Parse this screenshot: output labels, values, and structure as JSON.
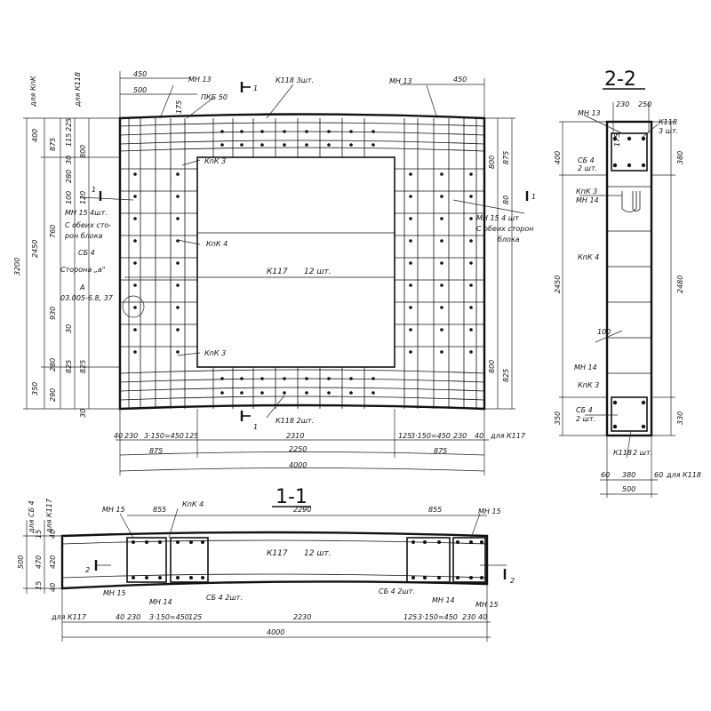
{
  "section_titles": {
    "s22": "2-2",
    "s11": "1-1"
  },
  "plan": {
    "left_vertical": [
      "для КпК",
      "для К118",
      "3200",
      "2450",
      "400",
      "760",
      "930",
      "350",
      "875",
      "30",
      "115",
      "225",
      "800",
      "280",
      "100",
      "120",
      "30",
      "280",
      "825",
      "825",
      "290",
      "30"
    ],
    "top_labels": [
      "450",
      "500",
      "МН 13",
      "ПКБ 50",
      "К118 3шт.",
      "МН 13",
      "450",
      "175"
    ],
    "left_notes": [
      "КпК 3",
      "МН 15 4шт.",
      "С обеих сто-",
      "рон блока",
      "СБ 4",
      "Сторона „а\"",
      "А",
      "03.005-6.8, 37",
      "КпК 4",
      "К117",
      "12 шт.",
      "КпК 3",
      "К118 2шт."
    ],
    "right_notes": [
      "МН 15 4 шт",
      "С обеих сторон",
      "блока",
      "875",
      "800",
      "80",
      "800",
      "825"
    ],
    "bottom_dims": [
      "40",
      "230",
      "3·150=450",
      "125",
      "2310",
      "125",
      "3·150=450",
      "230",
      "40",
      "для К117",
      "875",
      "2250",
      "875",
      "4000"
    ]
  },
  "sec22": {
    "labels": [
      "МН 13",
      "230",
      "250",
      "К118",
      "3 шт.",
      "175",
      "СБ 4",
      "2 шт.",
      "КпК 3",
      "МН 14",
      "КпК 4",
      "100",
      "МН 14",
      "КпК 3",
      "СБ 4",
      "2 шт.",
      "К118",
      "2 шт."
    ],
    "dims_left": [
      "400",
      "2450",
      "350"
    ],
    "dims_right": [
      "380",
      "2480",
      "330"
    ],
    "bottom": [
      "60",
      "380",
      "60",
      "для К118",
      "500"
    ]
  },
  "sec11": {
    "left_vertical": [
      "для СБ 4",
      "для К117",
      "500",
      "15",
      "40",
      "470",
      "420",
      "15",
      "40"
    ],
    "top": [
      "МН 15",
      "855",
      "КпК 4",
      "2290",
      "855",
      "МН 15"
    ],
    "mid": [
      "К117",
      "12 шт."
    ],
    "bottom_notes": [
      "МН 15",
      "МН 14",
      "СБ 4 2шт.",
      "СБ 4 2шт.",
      "МН 14",
      "МН 15"
    ],
    "bottom_dims": [
      "для К117",
      "40",
      "230",
      "3·150=450",
      "125",
      "2230",
      "125",
      "3·150=450",
      "230",
      "40",
      "4000"
    ],
    "cut_marks": [
      "2",
      "2"
    ]
  }
}
